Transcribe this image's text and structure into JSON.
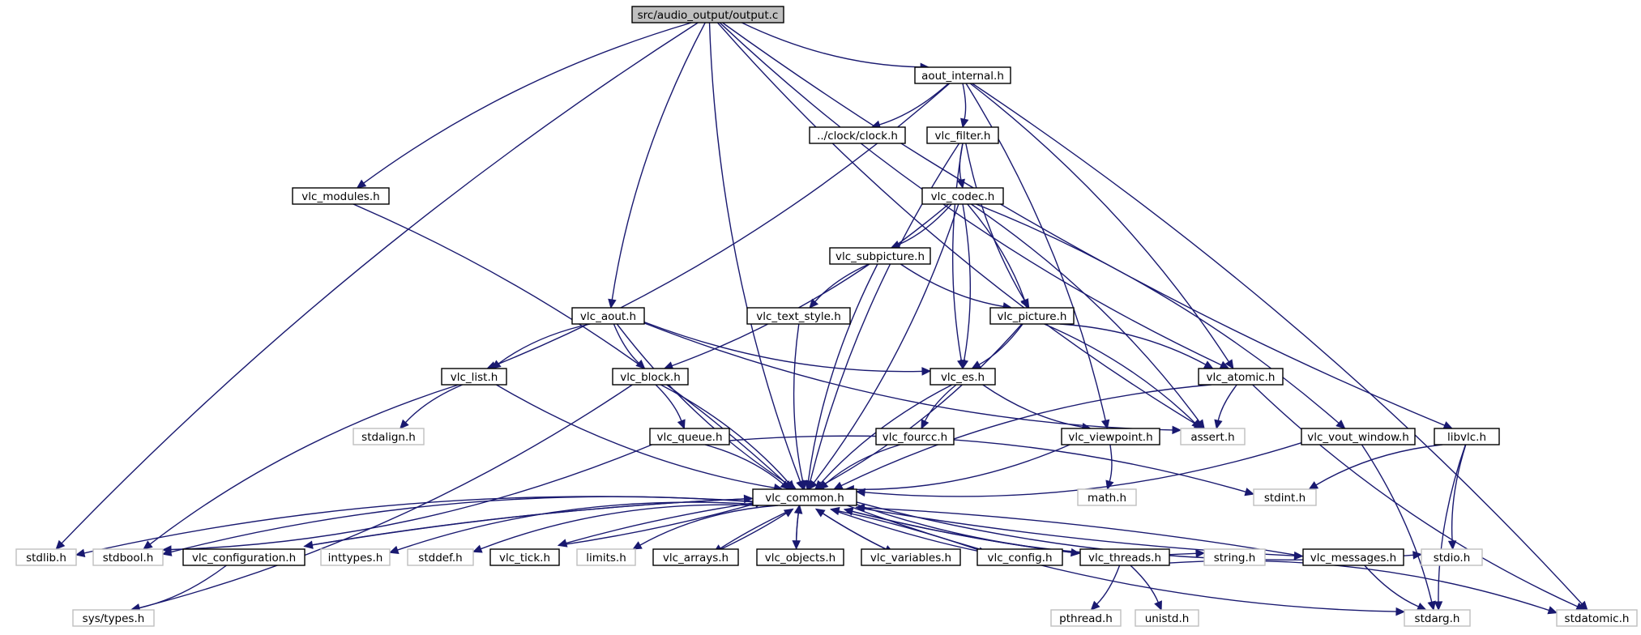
{
  "graph": {
    "root": "src/audio_output/output.c",
    "nodes": [
      {
        "id": "output_c",
        "label": "src/audio_output/output.c",
        "kind": "root"
      },
      {
        "id": "aout_internal",
        "label": "aout_internal.h",
        "kind": "local"
      },
      {
        "id": "clock",
        "label": "../clock/clock.h",
        "kind": "local"
      },
      {
        "id": "vlc_filter",
        "label": "vlc_filter.h",
        "kind": "local"
      },
      {
        "id": "vlc_modules",
        "label": "vlc_modules.h",
        "kind": "local"
      },
      {
        "id": "vlc_codec",
        "label": "vlc_codec.h",
        "kind": "local"
      },
      {
        "id": "vlc_subpicture",
        "label": "vlc_subpicture.h",
        "kind": "local"
      },
      {
        "id": "vlc_aout",
        "label": "vlc_aout.h",
        "kind": "local"
      },
      {
        "id": "vlc_text_style",
        "label": "vlc_text_style.h",
        "kind": "local"
      },
      {
        "id": "vlc_picture",
        "label": "vlc_picture.h",
        "kind": "local"
      },
      {
        "id": "vlc_list",
        "label": "vlc_list.h",
        "kind": "local"
      },
      {
        "id": "vlc_block",
        "label": "vlc_block.h",
        "kind": "local"
      },
      {
        "id": "vlc_es",
        "label": "vlc_es.h",
        "kind": "local"
      },
      {
        "id": "vlc_atomic",
        "label": "vlc_atomic.h",
        "kind": "local"
      },
      {
        "id": "stdalign",
        "label": "stdalign.h",
        "kind": "system"
      },
      {
        "id": "vlc_queue",
        "label": "vlc_queue.h",
        "kind": "local"
      },
      {
        "id": "vlc_fourcc",
        "label": "vlc_fourcc.h",
        "kind": "local"
      },
      {
        "id": "vlc_viewpoint",
        "label": "vlc_viewpoint.h",
        "kind": "local"
      },
      {
        "id": "assert",
        "label": "assert.h",
        "kind": "system"
      },
      {
        "id": "vlc_vout_window",
        "label": "vlc_vout_window.h",
        "kind": "local"
      },
      {
        "id": "libvlc",
        "label": "libvlc.h",
        "kind": "local"
      },
      {
        "id": "vlc_common",
        "label": "vlc_common.h",
        "kind": "local"
      },
      {
        "id": "math",
        "label": "math.h",
        "kind": "system"
      },
      {
        "id": "stdint",
        "label": "stdint.h",
        "kind": "system"
      },
      {
        "id": "stdlib",
        "label": "stdlib.h",
        "kind": "system"
      },
      {
        "id": "stdbool",
        "label": "stdbool.h",
        "kind": "system"
      },
      {
        "id": "vlc_configuration",
        "label": "vlc_configuration.h",
        "kind": "local"
      },
      {
        "id": "inttypes",
        "label": "inttypes.h",
        "kind": "system"
      },
      {
        "id": "stddef",
        "label": "stddef.h",
        "kind": "system"
      },
      {
        "id": "vlc_tick",
        "label": "vlc_tick.h",
        "kind": "local"
      },
      {
        "id": "limits",
        "label": "limits.h",
        "kind": "system"
      },
      {
        "id": "vlc_arrays",
        "label": "vlc_arrays.h",
        "kind": "local"
      },
      {
        "id": "vlc_objects",
        "label": "vlc_objects.h",
        "kind": "local"
      },
      {
        "id": "vlc_variables",
        "label": "vlc_variables.h",
        "kind": "local"
      },
      {
        "id": "vlc_config",
        "label": "vlc_config.h",
        "kind": "local"
      },
      {
        "id": "vlc_threads",
        "label": "vlc_threads.h",
        "kind": "local"
      },
      {
        "id": "string",
        "label": "string.h",
        "kind": "system"
      },
      {
        "id": "vlc_messages",
        "label": "vlc_messages.h",
        "kind": "local"
      },
      {
        "id": "stdio",
        "label": "stdio.h",
        "kind": "system"
      },
      {
        "id": "sys_types",
        "label": "sys/types.h",
        "kind": "system"
      },
      {
        "id": "pthread",
        "label": "pthread.h",
        "kind": "system"
      },
      {
        "id": "unistd",
        "label": "unistd.h",
        "kind": "system"
      },
      {
        "id": "stdarg",
        "label": "stdarg.h",
        "kind": "system"
      },
      {
        "id": "stdatomic",
        "label": "stdatomic.h",
        "kind": "system"
      }
    ],
    "edges": [
      {
        "from": "output_c",
        "to": "aout_internal"
      },
      {
        "from": "output_c",
        "to": "vlc_modules"
      },
      {
        "from": "output_c",
        "to": "vlc_aout"
      },
      {
        "from": "output_c",
        "to": "vlc_common"
      },
      {
        "from": "output_c",
        "to": "stdlib"
      },
      {
        "from": "output_c",
        "to": "vlc_atomic"
      },
      {
        "from": "output_c",
        "to": "assert"
      },
      {
        "from": "output_c",
        "to": "libvlc"
      },
      {
        "from": "aout_internal",
        "to": "clock"
      },
      {
        "from": "aout_internal",
        "to": "vlc_filter"
      },
      {
        "from": "aout_internal",
        "to": "vlc_list"
      },
      {
        "from": "aout_internal",
        "to": "vlc_viewpoint"
      },
      {
        "from": "aout_internal",
        "to": "vlc_atomic"
      },
      {
        "from": "aout_internal",
        "to": "stdatomic"
      },
      {
        "from": "vlc_filter",
        "to": "vlc_codec"
      },
      {
        "from": "vlc_filter",
        "to": "vlc_es"
      },
      {
        "from": "vlc_filter",
        "to": "vlc_picture"
      },
      {
        "from": "vlc_filter",
        "to": "vlc_common"
      },
      {
        "from": "vlc_modules",
        "to": "vlc_common"
      },
      {
        "from": "vlc_codec",
        "to": "vlc_subpicture"
      },
      {
        "from": "vlc_codec",
        "to": "vlc_block"
      },
      {
        "from": "vlc_codec",
        "to": "vlc_picture"
      },
      {
        "from": "vlc_codec",
        "to": "vlc_es"
      },
      {
        "from": "vlc_codec",
        "to": "assert"
      },
      {
        "from": "vlc_codec",
        "to": "vlc_vout_window"
      },
      {
        "from": "vlc_codec",
        "to": "vlc_common"
      },
      {
        "from": "vlc_subpicture",
        "to": "vlc_text_style"
      },
      {
        "from": "vlc_subpicture",
        "to": "vlc_picture"
      },
      {
        "from": "vlc_subpicture",
        "to": "vlc_common"
      },
      {
        "from": "vlc_text_style",
        "to": "vlc_common"
      },
      {
        "from": "vlc_aout",
        "to": "vlc_list"
      },
      {
        "from": "vlc_aout",
        "to": "vlc_block"
      },
      {
        "from": "vlc_aout",
        "to": "vlc_es"
      },
      {
        "from": "vlc_aout",
        "to": "assert"
      },
      {
        "from": "vlc_aout",
        "to": "vlc_common"
      },
      {
        "from": "vlc_picture",
        "to": "vlc_es"
      },
      {
        "from": "vlc_picture",
        "to": "vlc_atomic"
      },
      {
        "from": "vlc_picture",
        "to": "assert"
      },
      {
        "from": "vlc_picture",
        "to": "vlc_common"
      },
      {
        "from": "vlc_list",
        "to": "stdalign"
      },
      {
        "from": "vlc_list",
        "to": "vlc_common"
      },
      {
        "from": "vlc_list",
        "to": "stdbool"
      },
      {
        "from": "vlc_block",
        "to": "vlc_queue"
      },
      {
        "from": "vlc_block",
        "to": "vlc_common"
      },
      {
        "from": "vlc_block",
        "to": "sys_types"
      },
      {
        "from": "vlc_es",
        "to": "vlc_fourcc"
      },
      {
        "from": "vlc_es",
        "to": "vlc_viewpoint"
      },
      {
        "from": "vlc_es",
        "to": "vlc_common"
      },
      {
        "from": "vlc_atomic",
        "to": "assert"
      },
      {
        "from": "vlc_atomic",
        "to": "vlc_common"
      },
      {
        "from": "vlc_atomic",
        "to": "stdatomic"
      },
      {
        "from": "vlc_queue",
        "to": "vlc_common"
      },
      {
        "from": "vlc_queue",
        "to": "stdint"
      },
      {
        "from": "vlc_queue",
        "to": "stdbool"
      },
      {
        "from": "vlc_fourcc",
        "to": "vlc_common"
      },
      {
        "from": "vlc_viewpoint",
        "to": "math"
      },
      {
        "from": "vlc_viewpoint",
        "to": "vlc_common"
      },
      {
        "from": "vlc_vout_window",
        "to": "vlc_common"
      },
      {
        "from": "vlc_vout_window",
        "to": "stdarg"
      },
      {
        "from": "libvlc",
        "to": "stdint"
      },
      {
        "from": "libvlc",
        "to": "stdio"
      },
      {
        "from": "libvlc",
        "to": "stdarg"
      },
      {
        "from": "vlc_common",
        "to": "stdlib"
      },
      {
        "from": "vlc_common",
        "to": "stdbool"
      },
      {
        "from": "vlc_common",
        "to": "vlc_configuration"
      },
      {
        "from": "vlc_common",
        "to": "inttypes"
      },
      {
        "from": "vlc_common",
        "to": "stddef"
      },
      {
        "from": "vlc_common",
        "to": "vlc_tick"
      },
      {
        "from": "vlc_common",
        "to": "limits"
      },
      {
        "from": "vlc_common",
        "to": "vlc_arrays"
      },
      {
        "from": "vlc_common",
        "to": "vlc_objects"
      },
      {
        "from": "vlc_common",
        "to": "vlc_variables"
      },
      {
        "from": "vlc_common",
        "to": "vlc_config"
      },
      {
        "from": "vlc_common",
        "to": "vlc_threads"
      },
      {
        "from": "vlc_common",
        "to": "string"
      },
      {
        "from": "vlc_common",
        "to": "vlc_messages"
      },
      {
        "from": "vlc_common",
        "to": "stdio"
      },
      {
        "from": "vlc_common",
        "to": "stdarg"
      },
      {
        "from": "vlc_configuration",
        "to": "vlc_common"
      },
      {
        "from": "vlc_configuration",
        "to": "sys_types"
      },
      {
        "from": "vlc_tick",
        "to": "vlc_common"
      },
      {
        "from": "vlc_arrays",
        "to": "vlc_common"
      },
      {
        "from": "vlc_objects",
        "to": "vlc_common"
      },
      {
        "from": "vlc_variables",
        "to": "vlc_common"
      },
      {
        "from": "vlc_config",
        "to": "vlc_common"
      },
      {
        "from": "vlc_threads",
        "to": "vlc_common"
      },
      {
        "from": "vlc_threads",
        "to": "pthread"
      },
      {
        "from": "vlc_threads",
        "to": "unistd"
      },
      {
        "from": "vlc_threads",
        "to": "stdatomic"
      },
      {
        "from": "vlc_messages",
        "to": "vlc_common"
      },
      {
        "from": "vlc_messages",
        "to": "stdarg"
      }
    ]
  }
}
